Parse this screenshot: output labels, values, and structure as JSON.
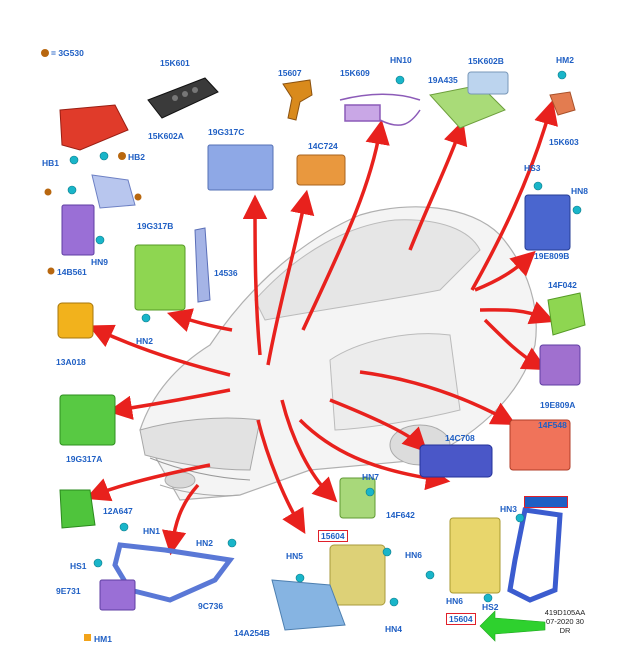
{
  "legend": {
    "bullet_label": "= 3G530",
    "bullet_color": "#b8670f",
    "square_marker_color": "#f2a31a"
  },
  "labels": {
    "k15K601": "15K601",
    "k15607": "15607",
    "k15K609": "15K609",
    "hn10": "HN10",
    "k19A435": "19A435",
    "k15K602B": "15K602B",
    "hm2": "HM2",
    "k15K602A": "15K602A",
    "k19G317C": "19G317C",
    "k14C724": "14C724",
    "k15K603": "15K603",
    "hb1": "HB1",
    "hb2": "HB2",
    "hs3": "HS3",
    "hn8": "HN8",
    "k19G317B": "19G317B",
    "k14536": "14536",
    "k19E809B": "19E809B",
    "k14B561": "14B561",
    "hn9": "HN9",
    "k14F042": "14F042",
    "k13A018": "13A018",
    "hn2a": "HN2",
    "k19E809A": "19E809A",
    "k19G317A": "19G317A",
    "k14C708": "14C708",
    "k14F548": "14F548",
    "hn7": "HN7",
    "k12A647": "12A647",
    "k14F642": "14F642",
    "hn1": "HN1",
    "hn3": "HN3",
    "k15604a": "15604",
    "hs1": "HS1",
    "hn2b": "HN2",
    "hn5": "HN5",
    "hn6a": "HN6",
    "k9E731": "9E731",
    "k9C736": "9C736",
    "hn6b": "HN6",
    "hs2": "HS2",
    "hm1": "HM1",
    "k14A254B": "14A254B",
    "hn4": "HN4",
    "k15604b": "15604"
  },
  "ref": {
    "line1": "419D105AA",
    "line2": "07-2020 30",
    "line3": "DR"
  },
  "colors": {
    "label": "#1f5fc4",
    "arrow": "#e8211d",
    "green_arrow": "#2ed12e",
    "highlight_box": "#e0202a"
  }
}
